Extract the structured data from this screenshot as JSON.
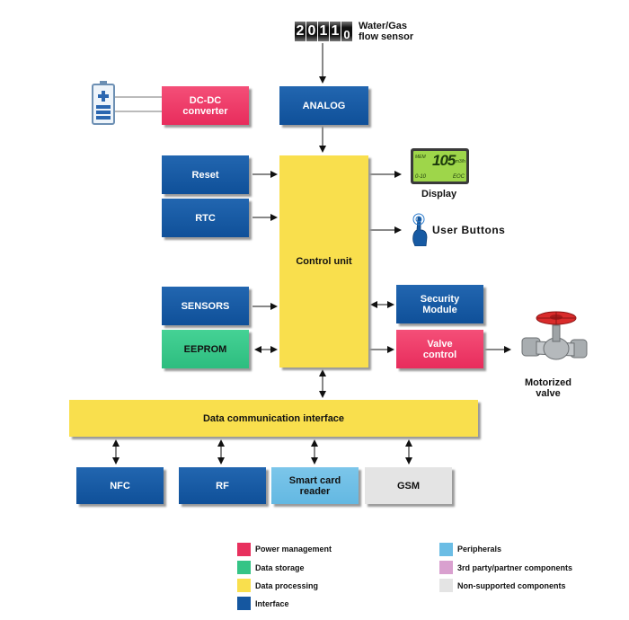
{
  "sensor": {
    "counter": [
      "2",
      "0",
      "1",
      "1",
      "0"
    ],
    "label": "Water/Gas\nflow sensor"
  },
  "blocks": {
    "analog": "ANALOG",
    "dcdc": "DC-DC\nconverter",
    "reset": "Reset",
    "rtc": "RTC",
    "sensors": "SENSORS",
    "eeprom": "EEPROM",
    "control_unit": "Control unit",
    "security": "Security\nModule",
    "valve_control": "Valve\ncontrol",
    "data_comm": "Data communication interface",
    "nfc": "NFC",
    "rf": "RF",
    "smartcard": "Smart card\nreader",
    "gsm": "GSM"
  },
  "outputs": {
    "display": "Display",
    "user_buttons": "User Buttons",
    "motorized_valve": "Motorized\nvalve"
  },
  "lcd": {
    "top_left": "MEM",
    "value": "105",
    "unit": "m3/h",
    "bottom_left": "0-10",
    "bottom_right": "EOC"
  },
  "legend": [
    {
      "label": "Power management",
      "color": "#e8305e"
    },
    {
      "label": "Data storage",
      "color": "#35c486"
    },
    {
      "label": "Data processing",
      "color": "#f9df4d"
    },
    {
      "label": "Interface",
      "color": "#1557a0"
    },
    {
      "label": "Peripherals",
      "color": "#6bbde5"
    },
    {
      "label": "3rd party/partner components",
      "color": "#d9a0cf"
    },
    {
      "label": "Non-supported components",
      "color": "#e4e4e4"
    }
  ]
}
